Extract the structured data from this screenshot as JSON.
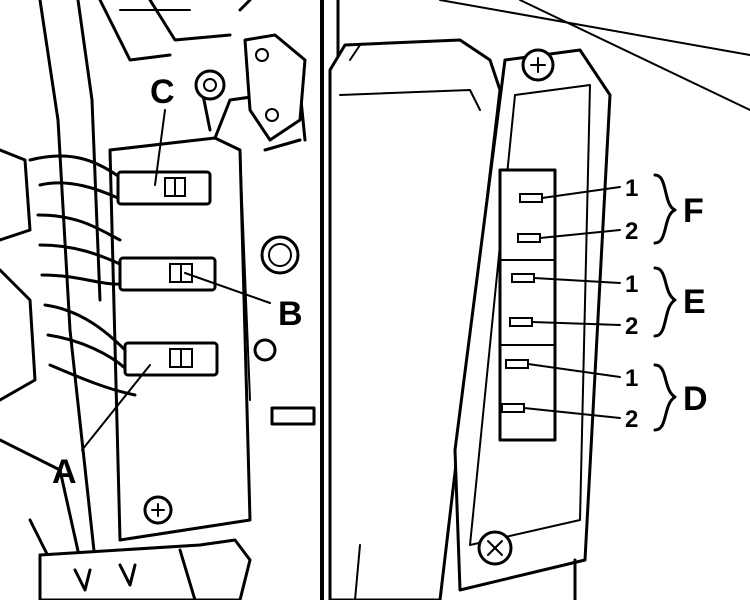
{
  "diagram": {
    "left_panel": {
      "callouts": {
        "a": "A",
        "b": "B",
        "c": "C"
      }
    },
    "right_panel": {
      "pin_labels": [
        "1",
        "2",
        "1",
        "2",
        "1",
        "2"
      ],
      "groups": {
        "f": "F",
        "e": "E",
        "d": "D"
      }
    }
  }
}
